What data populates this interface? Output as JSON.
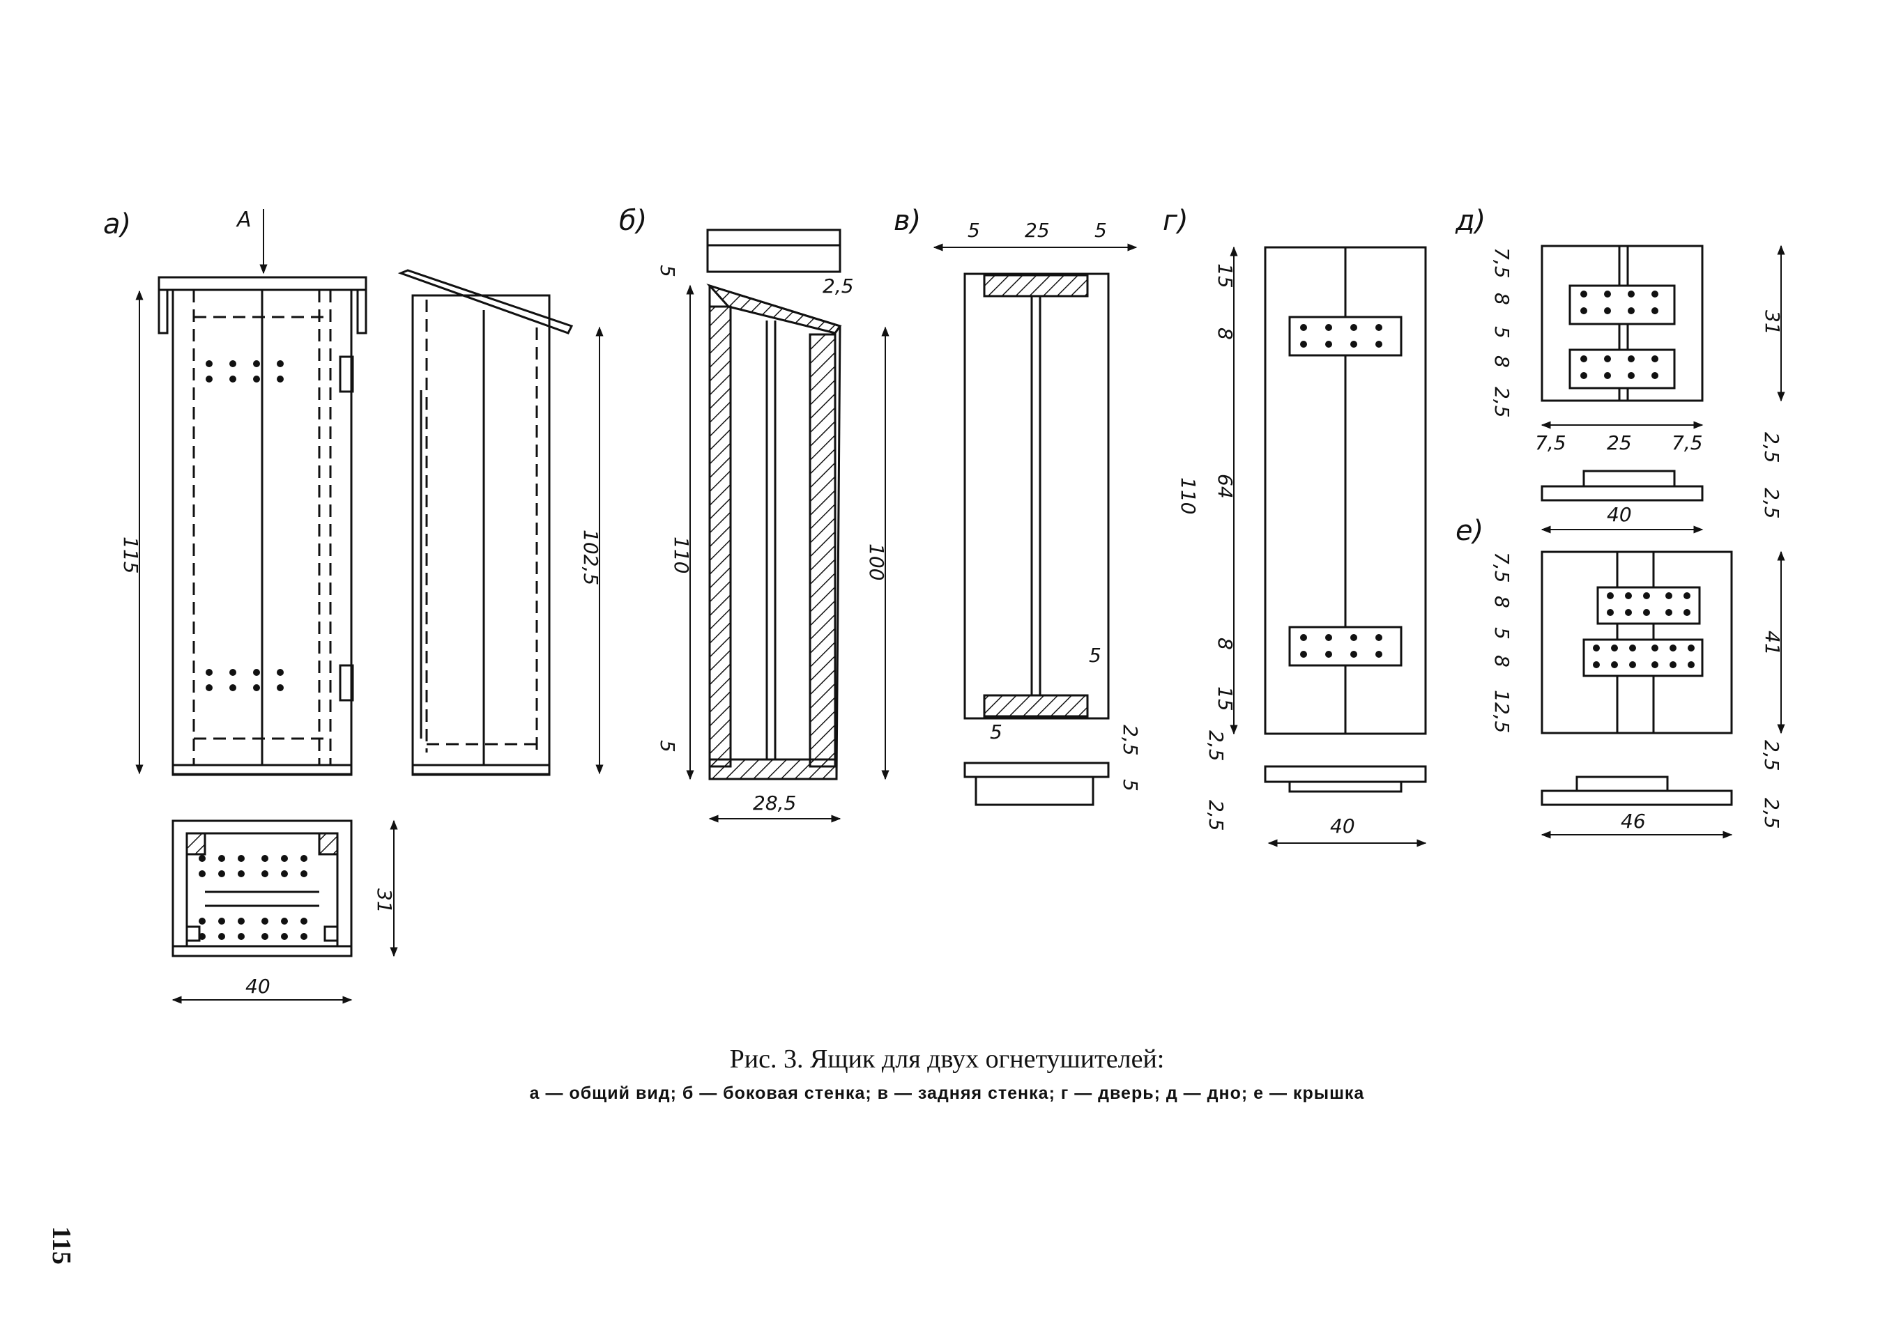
{
  "figure": {
    "caption_title": "Рис. 3. Ящик для двух огнетушителей:",
    "caption_sub": "а — общий вид; б — боковая стенка; в — задняя стенка; г — дверь; д — дно; е — крышка",
    "page_number": "115"
  },
  "panels": {
    "a": {
      "label": "а)",
      "arrow_label": "А",
      "dim_height_front": "115",
      "dim_height_side": "102,5",
      "dim_plan_width": "40",
      "dim_plan_depth": "31"
    },
    "b": {
      "label": "б)",
      "dim_top": "5",
      "dim_slope": "2,5",
      "dim_front_height": "110",
      "dim_back_height": "100",
      "dim_bottom": "5",
      "dim_width": "28,5"
    },
    "v": {
      "label": "в)",
      "dim_left": "5",
      "dim_mid": "25",
      "dim_right": "5",
      "dim_rail": "5",
      "dim_gap": "5",
      "dim_sec_top": "2,5",
      "dim_sec_bottom": "5"
    },
    "g": {
      "label": "г)",
      "dim_top": "15",
      "dim_hinge1": "8",
      "dim_mid": "64",
      "dim_hinge2": "8",
      "dim_bottom": "15",
      "dim_total": "110",
      "dim_sec_top": "2,5",
      "dim_sec_bottom": "2,5",
      "dim_width": "40"
    },
    "d": {
      "label": "д)",
      "dim_v1": "7,5",
      "dim_v2": "8",
      "dim_v3": "5",
      "dim_v4": "8",
      "dim_v5": "2,5",
      "dim_depth": "31",
      "dim_h1": "7,5",
      "dim_h2": "25",
      "dim_h3": "7,5",
      "dim_sec_top": "2,5",
      "dim_sec_bottom": "2,5",
      "dim_width": "40"
    },
    "e": {
      "label": "е)",
      "dim_v1": "7,5",
      "dim_v2": "8",
      "dim_v3": "5",
      "dim_v4": "8",
      "dim_v5": "12,5",
      "dim_depth": "41",
      "dim_sec_top": "2,5",
      "dim_sec_bottom": "2,5",
      "dim_width": "46"
    }
  }
}
